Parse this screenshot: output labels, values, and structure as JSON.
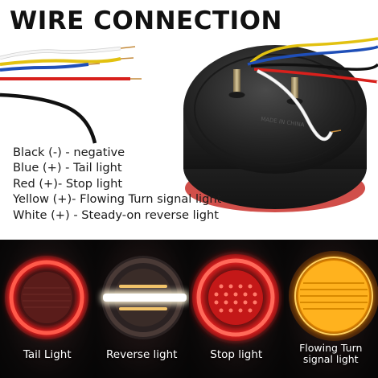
{
  "header": {
    "title": "WIRE CONNECTION"
  },
  "legend": [
    "Black (-) - negative",
    "Blue (+)  - Tail light",
    "Red (+)- Stop light",
    "Yellow (+)- Flowing Turn signal light",
    "White (+) - Steady-on reverse light"
  ],
  "product": {
    "embossed_text": "MADE IN CHINA"
  },
  "modes": [
    {
      "label": "Tail Light"
    },
    {
      "label": "Reverse light"
    },
    {
      "label": "Stop light"
    },
    {
      "label_line1": "Flowing Turn",
      "label_line2": "signal light"
    }
  ],
  "colors": {
    "black_wire": "#111111",
    "blue_wire": "#1f4fb8",
    "red_wire": "#d8201c",
    "yellow_wire": "#f2d21a",
    "white_wire": "#f4f4f4",
    "led_red": "#ff2a2a",
    "led_amber": "#ffb000",
    "led_white": "#fff6d8"
  }
}
